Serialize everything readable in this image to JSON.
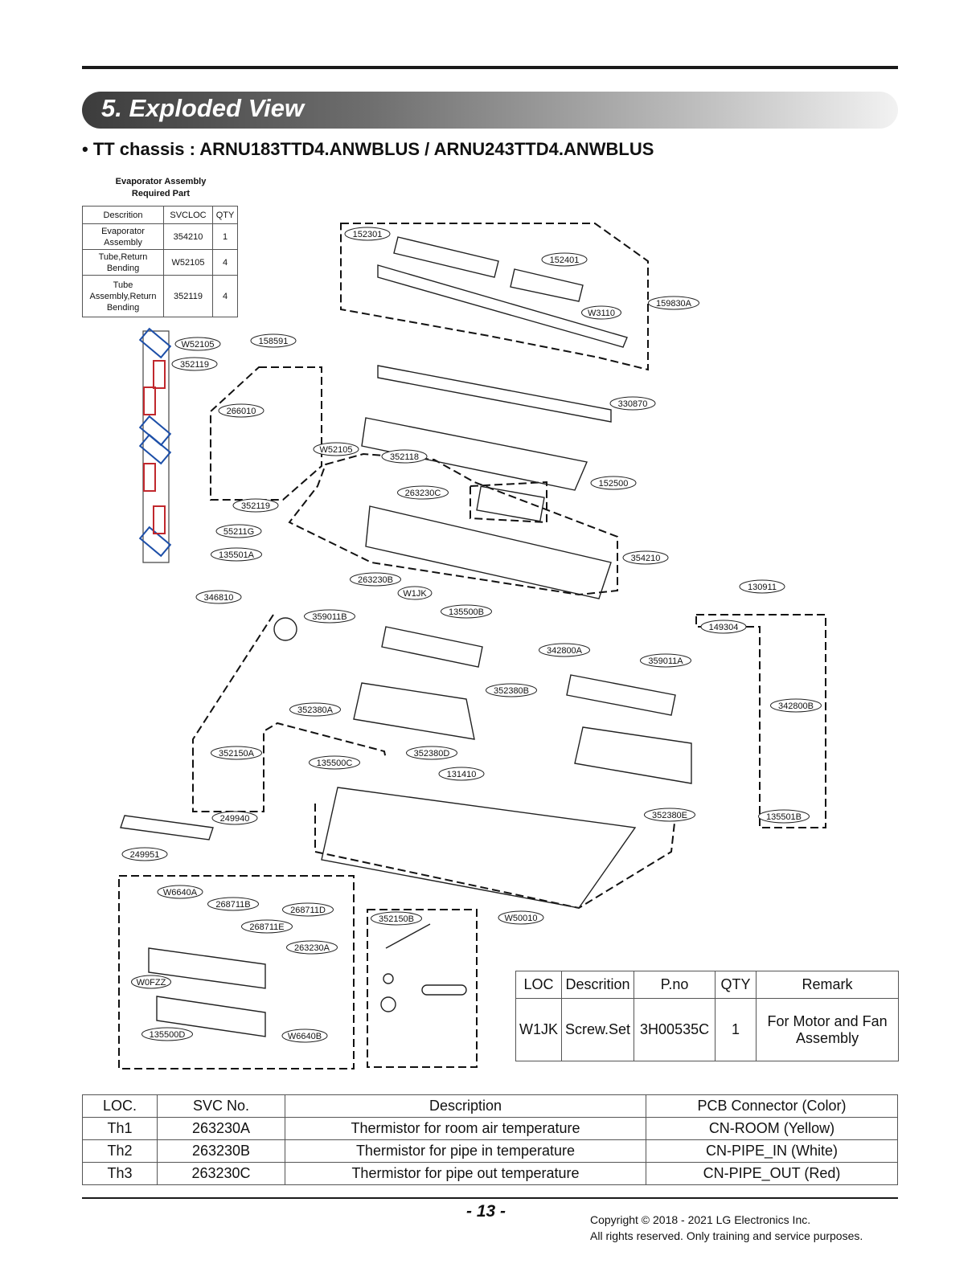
{
  "section": {
    "title": "5. Exploded View",
    "subtitle": "• TT chassis : ARNU183TTD4.ANWBLUS / ARNU243TTD4.ANWBLUS"
  },
  "evaporator_table": {
    "title_line1": "Evaporator Assembly",
    "title_line2": "Required Part",
    "headers": [
      "Descrition",
      "SVCLOC",
      "QTY"
    ],
    "rows": [
      {
        "desc": "Evaporator Assembly",
        "svcloc": "354210",
        "qty": "1"
      },
      {
        "desc": "Tube,Return Bending",
        "svcloc": "W52105",
        "qty": "4"
      },
      {
        "desc": "Tube Assembly,Return Bending",
        "svcloc": "352119",
        "qty": "4"
      }
    ]
  },
  "part_labels": [
    "152301",
    "152401",
    "W3110",
    "159830A",
    "158591",
    "W52105",
    "352119",
    "266010",
    "330870",
    "W52105",
    "352118",
    "263230C",
    "152500",
    "352119",
    "55211G",
    "135501A",
    "354210",
    "263230B",
    "W1JK",
    "130911",
    "346810",
    "359011B",
    "135500B",
    "149304",
    "342800A",
    "359011A",
    "352380B",
    "342800B",
    "352380A",
    "352150A",
    "135500C",
    "352380D",
    "131410",
    "249940",
    "352380E",
    "135501B",
    "249951",
    "W6640A",
    "268711B",
    "268711D",
    "268711E",
    "352150B",
    "W50010",
    "263230A",
    "W0FZZ",
    "135500D",
    "W6640B"
  ],
  "remark_table": {
    "headers": [
      "LOC",
      "Descrition",
      "P.no",
      "QTY",
      "Remark"
    ],
    "row": {
      "loc": "W1JK",
      "desc": "Screw.Set",
      "pno": "3H00535C",
      "qty": "1",
      "remark": "For Motor and Fan Assembly"
    }
  },
  "thermistor_table": {
    "headers": [
      "LOC.",
      "SVC No.",
      "Description",
      "PCB Connector (Color)"
    ],
    "rows": [
      {
        "loc": "Th1",
        "svc": "263230A",
        "desc": "Thermistor for room air temperature",
        "conn": "CN-ROOM (Yellow)"
      },
      {
        "loc": "Th2",
        "svc": "263230B",
        "desc": "Thermistor for pipe in temperature",
        "conn": "CN-PIPE_IN (White)"
      },
      {
        "loc": "Th3",
        "svc": "263230C",
        "desc": "Thermistor for pipe out temperature",
        "conn": "CN-PIPE_OUT (Red)"
      }
    ]
  },
  "footer": {
    "page_number": "- 13 -",
    "copyright_line1": "Copyright © 2018 - 2021 LG Electronics Inc.",
    "copyright_line2": "All rights reserved. Only training and service purposes."
  }
}
